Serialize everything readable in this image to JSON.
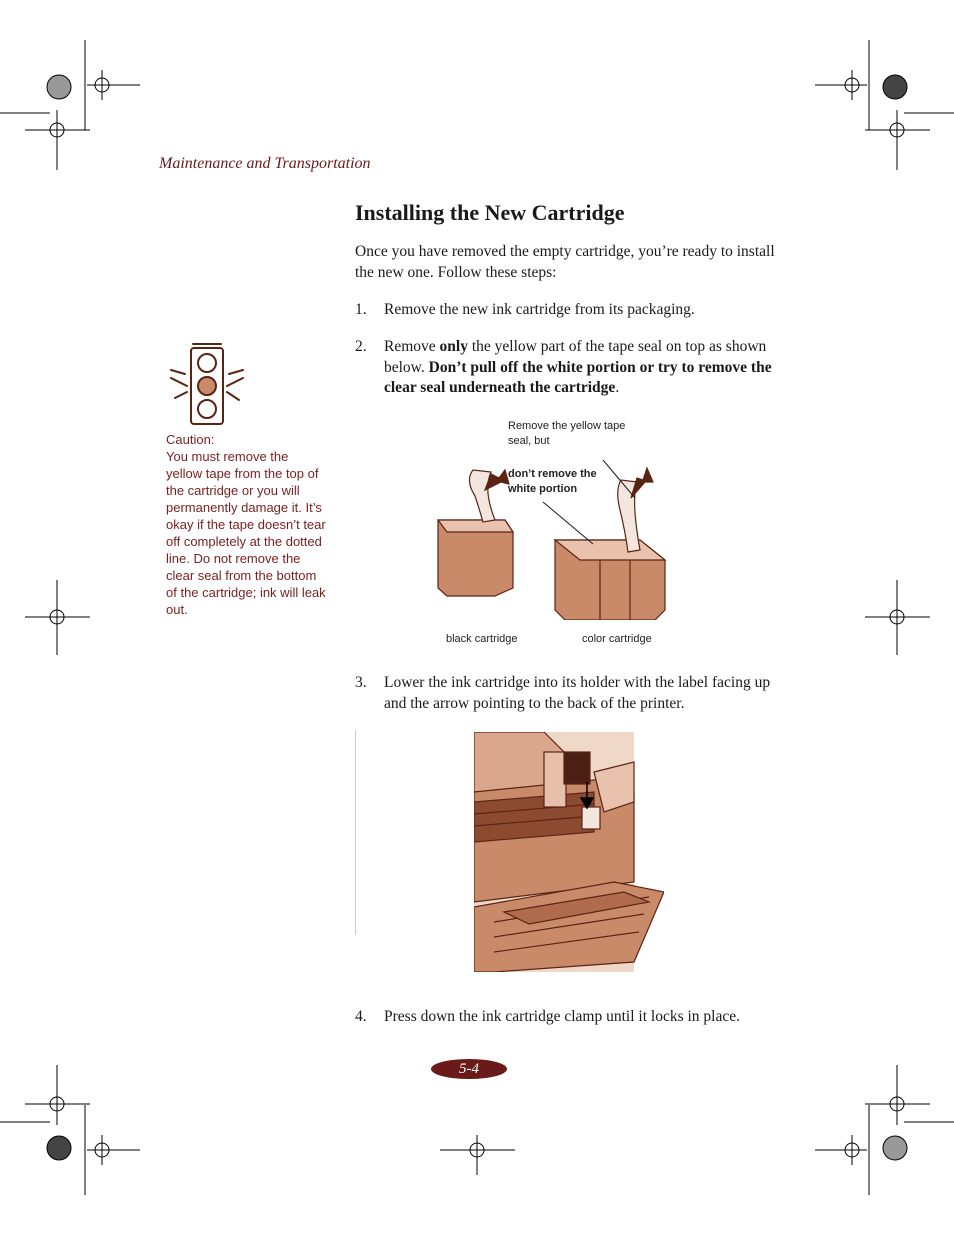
{
  "header": {
    "running_title": "Maintenance and Transportation"
  },
  "section": {
    "title": "Installing the New Cartridge"
  },
  "intro": {
    "text": "Once you have removed the empty cartridge, you’re ready to install the new one. Follow these steps:"
  },
  "steps": [
    {
      "number": "1.",
      "text": "Remove the new ink cartridge from its packaging."
    },
    {
      "number": "2.",
      "text_a": "Remove ",
      "text_b": "only",
      "text_c": " the yellow part of the tape seal on top as shown below. ",
      "text_d": "Don’t pull off the white portion or try to remove the clear seal underneath the cartridge",
      "text_e": "."
    },
    {
      "number": "3.",
      "text": "Lower the ink cartridge into its holder with the label facing up and the arrow pointing to the back of the printer."
    },
    {
      "number": "4.",
      "text": "Press down the ink cartridge clamp until it locks in place."
    }
  ],
  "caution": {
    "heading": "Caution:",
    "text": "You must remove the yellow tape from the top of the cartridge or you will permanently damage it. It’s okay if the tape doesn’t tear off completely at the dotted line. Do not remove the clear seal from the bottom of the cartridge; ink will leak out."
  },
  "figure1": {
    "label_remove": "Remove the yellow tape seal, but",
    "label_dont": "don’t remove the white portion",
    "label_black": "black cartridge",
    "label_color": "color cartridge"
  },
  "footer": {
    "page_number": "5-4"
  },
  "colors": {
    "accent": "#6b1a1a",
    "caution_text": "#7a1f1f",
    "illustration_fill": "#c98a6a",
    "illustration_stroke": "#5a2414"
  }
}
